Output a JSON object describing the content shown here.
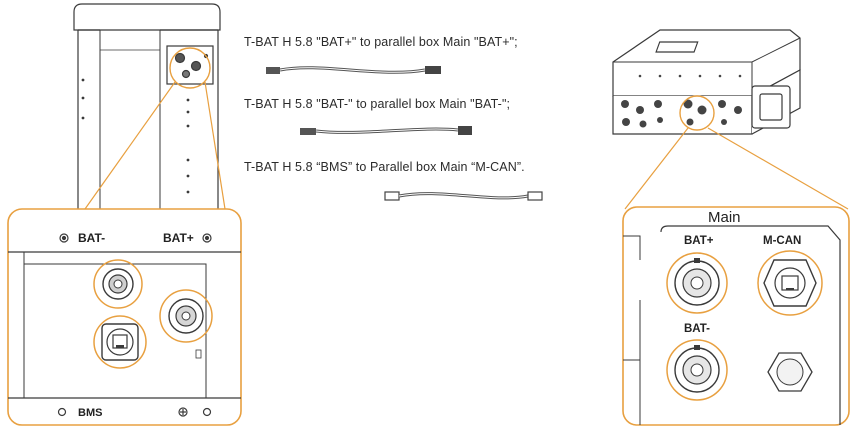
{
  "instructions": [
    "T-BAT H 5.8 \"BAT+\" to parallel box Main \"BAT+\";",
    "T-BAT H 5.8 \"BAT-\" to parallel box Main \"BAT-\";",
    "T-BAT H 5.8 “BMS” to Parallel box Main “M-CAN”."
  ],
  "battery_panel": {
    "bat_minus_label": "BAT-",
    "bat_plus_label": "BAT+",
    "bms_label": "BMS"
  },
  "parallel_box_panel": {
    "title": "Main",
    "bat_plus_label": "BAT+",
    "mcan_label": "M-CAN",
    "bat_minus_label": "BAT-"
  },
  "colors": {
    "highlight": "#e8a040",
    "line": "#3a3a3a",
    "cable": "#555555"
  }
}
